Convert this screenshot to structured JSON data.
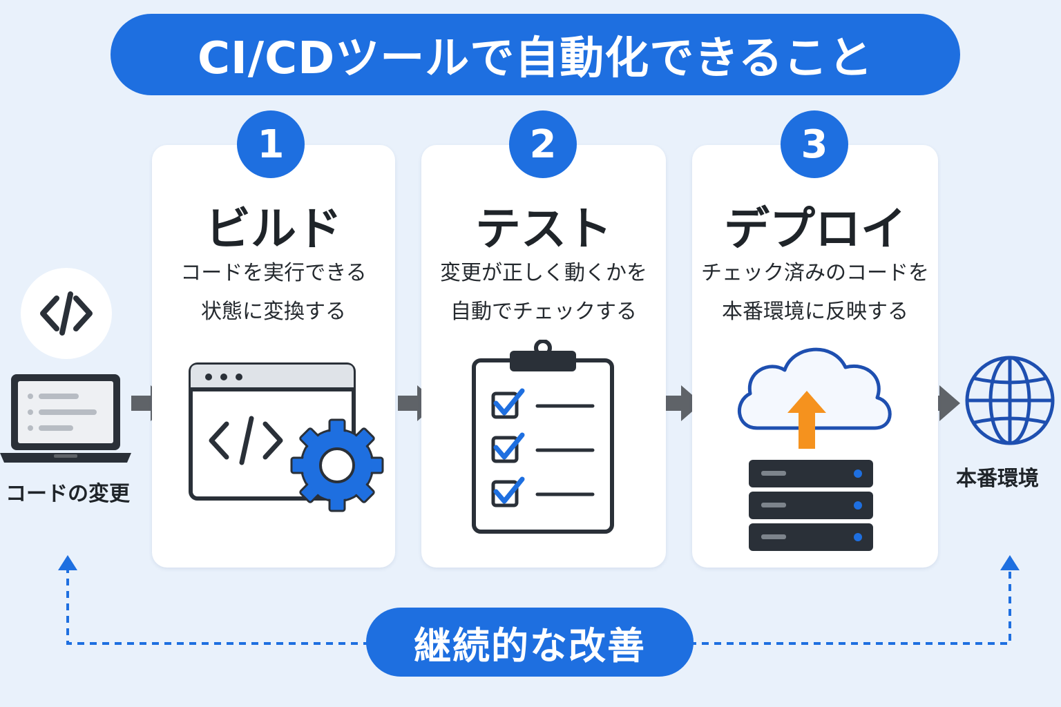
{
  "title": "CI/CDツールで自動化できること",
  "start": {
    "label": "コードの変更",
    "icon": "code-icon"
  },
  "steps": [
    {
      "number": "1",
      "title": "ビルド",
      "desc_line1": "コードを実行できる",
      "desc_line2": "状態に変換する",
      "icon": "browser-code-gear-icon"
    },
    {
      "number": "2",
      "title": "テスト",
      "desc_line1": "変更が正しく動くかを",
      "desc_line2": "自動でチェックする",
      "icon": "clipboard-checklist-icon"
    },
    {
      "number": "3",
      "title": "デプロイ",
      "desc_line1": "チェック済みのコードを",
      "desc_line2": "本番環境に反映する",
      "icon": "cloud-upload-server-icon"
    }
  ],
  "end": {
    "label": "本番環境",
    "icon": "globe-icon"
  },
  "loop": {
    "label": "継続的な改善"
  },
  "colors": {
    "accent": "#1e6fe0",
    "background": "#e9f1fb",
    "upload_arrow": "#f5921e",
    "dark": "#2a3038",
    "arrow_gray": "#5f6368"
  }
}
